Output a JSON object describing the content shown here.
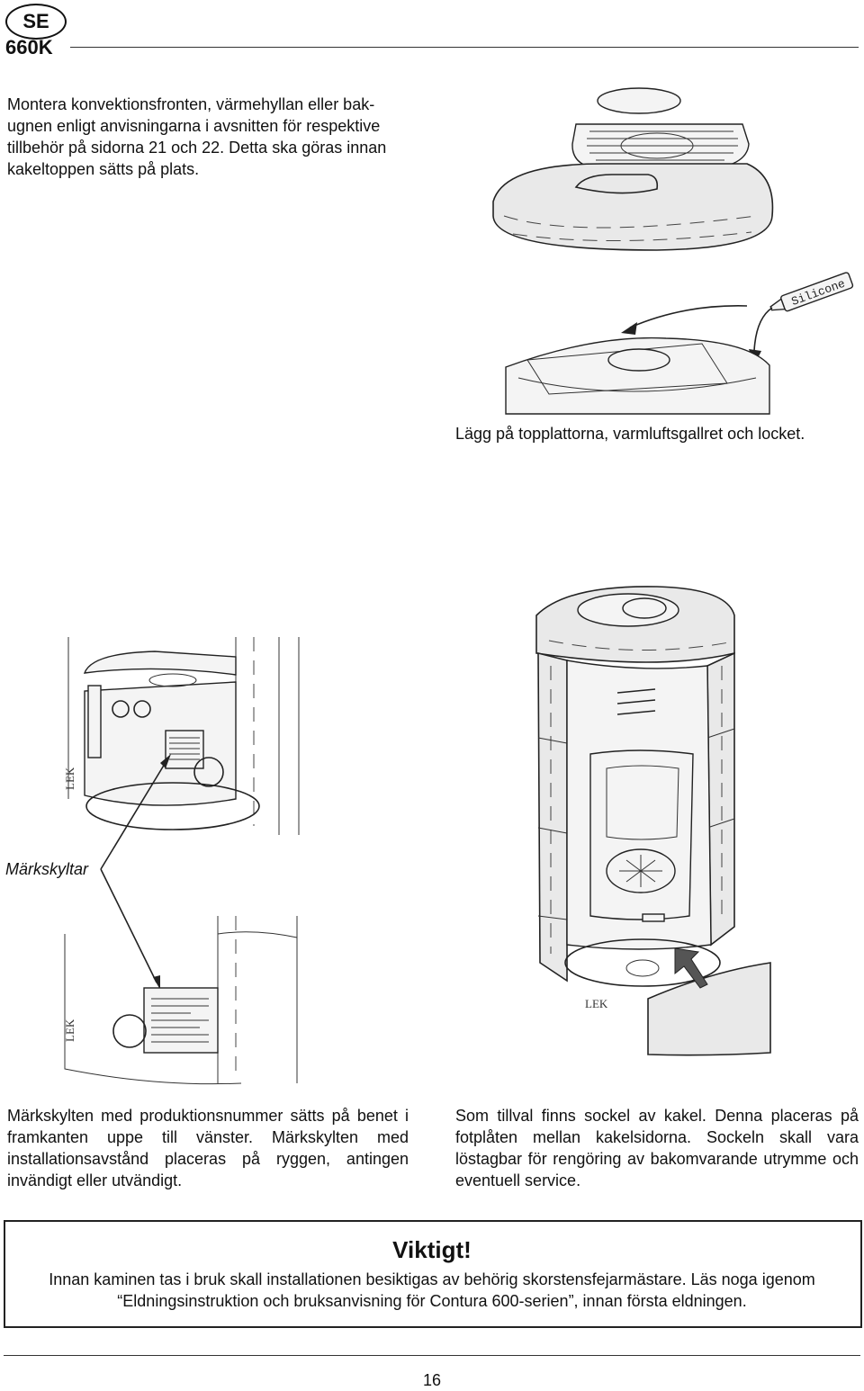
{
  "header": {
    "lang_badge": "SE",
    "model": "660K"
  },
  "section1": {
    "intro": "Montera konvektionsfronten, värmehyllan eller bakugnen enligt anvisningarna i avsnitten för respektive tillbehör på sidorna 21 och 22. Detta ska göras innan kakeltoppen sätts på plats.",
    "intro_lines": [
      "Montera konvektionsfronten, värmehyllan eller bak-",
      "ugnen enligt anvisningarna i avsnitten för respektive",
      "tillbehör på sidorna 21 och 22. Detta ska göras innan",
      "kakeltoppen sätts på plats."
    ],
    "tube_label": "Silicone",
    "caption": "Lägg på topplattorna, varmluftsgallret och locket."
  },
  "section2": {
    "label": "Märkskyltar",
    "lek_mark": "LEK",
    "left_text": "Märkskylten med produktionsnummer sätts på benet i framkanten uppe till vänster. Märkskylten med installationsavstånd placeras på ryggen, antingen invändigt eller utvändigt.",
    "right_text": "Som tillval finns sockel av kakel. Denna placeras på fotplåten mellan kakelsidorna. Sockeln skall vara löstagbar för rengöring av bakomvarande utrymme och eventuell service."
  },
  "important": {
    "title": "Viktigt!",
    "text": "Innan kaminen tas i bruk skall installationen besiktigas av behörig skorstensfejarmästare. Läs noga igenom “Eldningsinstruktion och bruksanvisning för Contura 600-serien”, innan första eldningen."
  },
  "footer": {
    "page_number": "16"
  }
}
